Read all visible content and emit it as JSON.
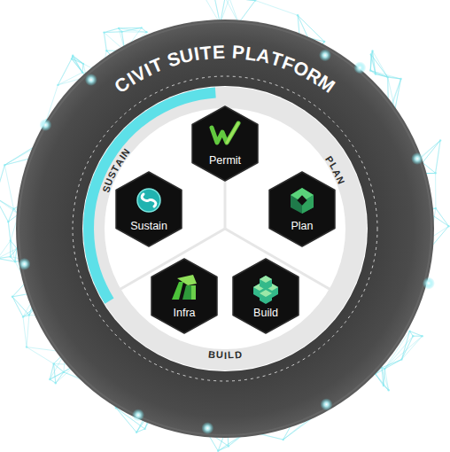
{
  "diagram": {
    "title": "CIVIT SUITE PLATFORM",
    "nodes": [
      {
        "text": [
          "Permit"
        ]
      },
      {
        "text": [
          "Sustain"
        ]
      },
      {
        "text": [
          "Plan"
        ]
      },
      {
        "text": [
          "Infra"
        ]
      },
      {
        "text": [
          "Build"
        ]
      }
    ],
    "labels": [
      "SUSTAIN",
      "PLAN",
      "BUILD"
    ]
  }
}
